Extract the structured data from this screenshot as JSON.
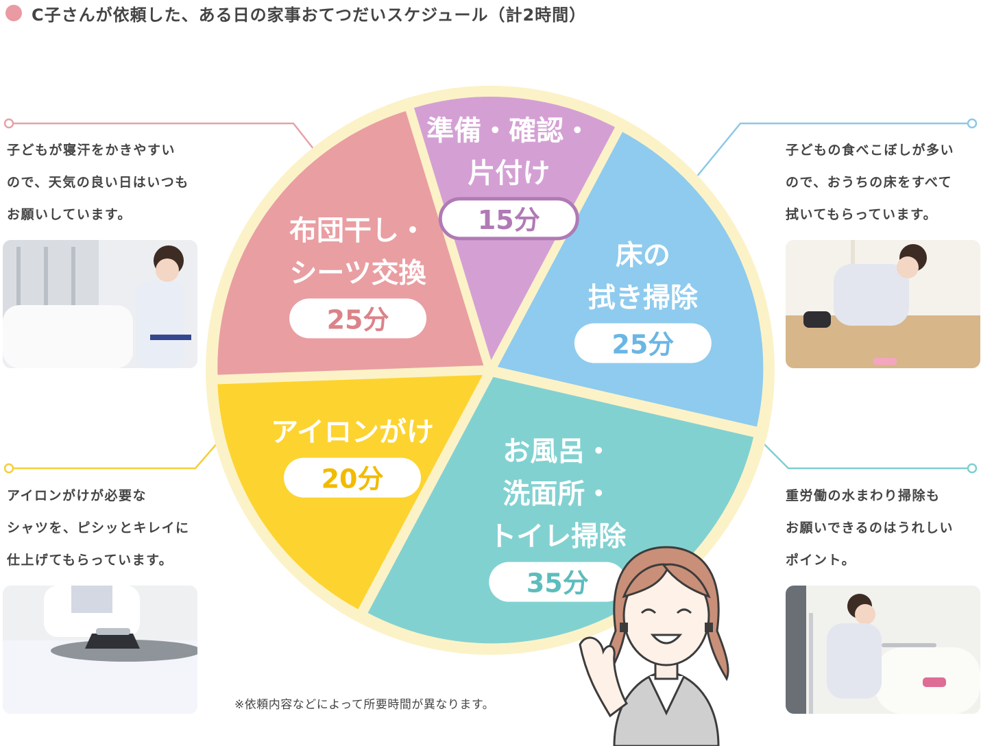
{
  "header": {
    "title": "C子さんが依頼した、ある日の家事おてつだいスケジュール（計2時間）",
    "marker_color": "#e99aa3"
  },
  "chart_data": {
    "type": "pie",
    "unit": "分",
    "start_angle_deg": -17,
    "slices": [
      {
        "label_lines": [
          "準備・確認・",
          "片付け"
        ],
        "value": 15,
        "value_label": "15分",
        "color": "#d4a0d4",
        "text_color": "#b07ab5"
      },
      {
        "label_lines": [
          "床の",
          "拭き掃除"
        ],
        "value": 25,
        "value_label": "25分",
        "color": "#8ecbee",
        "text_color": "#6ab6e4"
      },
      {
        "label_lines": [
          "お風呂・",
          "洗面所・",
          "トイレ掃除"
        ],
        "value": 35,
        "value_label": "35分",
        "color": "#82d1d1",
        "text_color": "#5dbcbc"
      },
      {
        "label_lines": [
          "アイロンがけ"
        ],
        "value": 20,
        "value_label": "20分",
        "color": "#fdd330",
        "text_color": "#f1bb00"
      },
      {
        "label_lines": [
          "布団干し・",
          "シーツ交換"
        ],
        "value": 25,
        "value_label": "25分",
        "color": "#e99ea2",
        "text_color": "#db8388"
      }
    ],
    "rim_color": "#fcf2c8"
  },
  "callouts": {
    "futon": {
      "text": "子どもが寝汗をかきやすい\nので、天気の良い日はいつも\nお願いしています。",
      "photo": "futon-photo",
      "line_color": "#e4a2a8"
    },
    "floor": {
      "text": "子どもの食べこぼしが多い\nので、おうちの床をすべて\n拭いてもらっています。",
      "photo": "floor-wiping-photo",
      "line_color": "#8cc8e8"
    },
    "iron": {
      "text": "アイロンがけが必要な\nシャツを、ピシッとキレイに\n仕上げてもらっています。",
      "photo": "ironing-photo",
      "line_color": "#f5cf3a"
    },
    "bath": {
      "text": "重労働の水まわり掃除も\nお願いできるのはうれしい\nポイント。",
      "photo": "bath-cleaning-photo",
      "line_color": "#7fcfcf"
    }
  },
  "footnote": "※依頼内容などによって所要時間が異なります。",
  "mascot": {
    "icon": "smiling-woman-illustration"
  }
}
